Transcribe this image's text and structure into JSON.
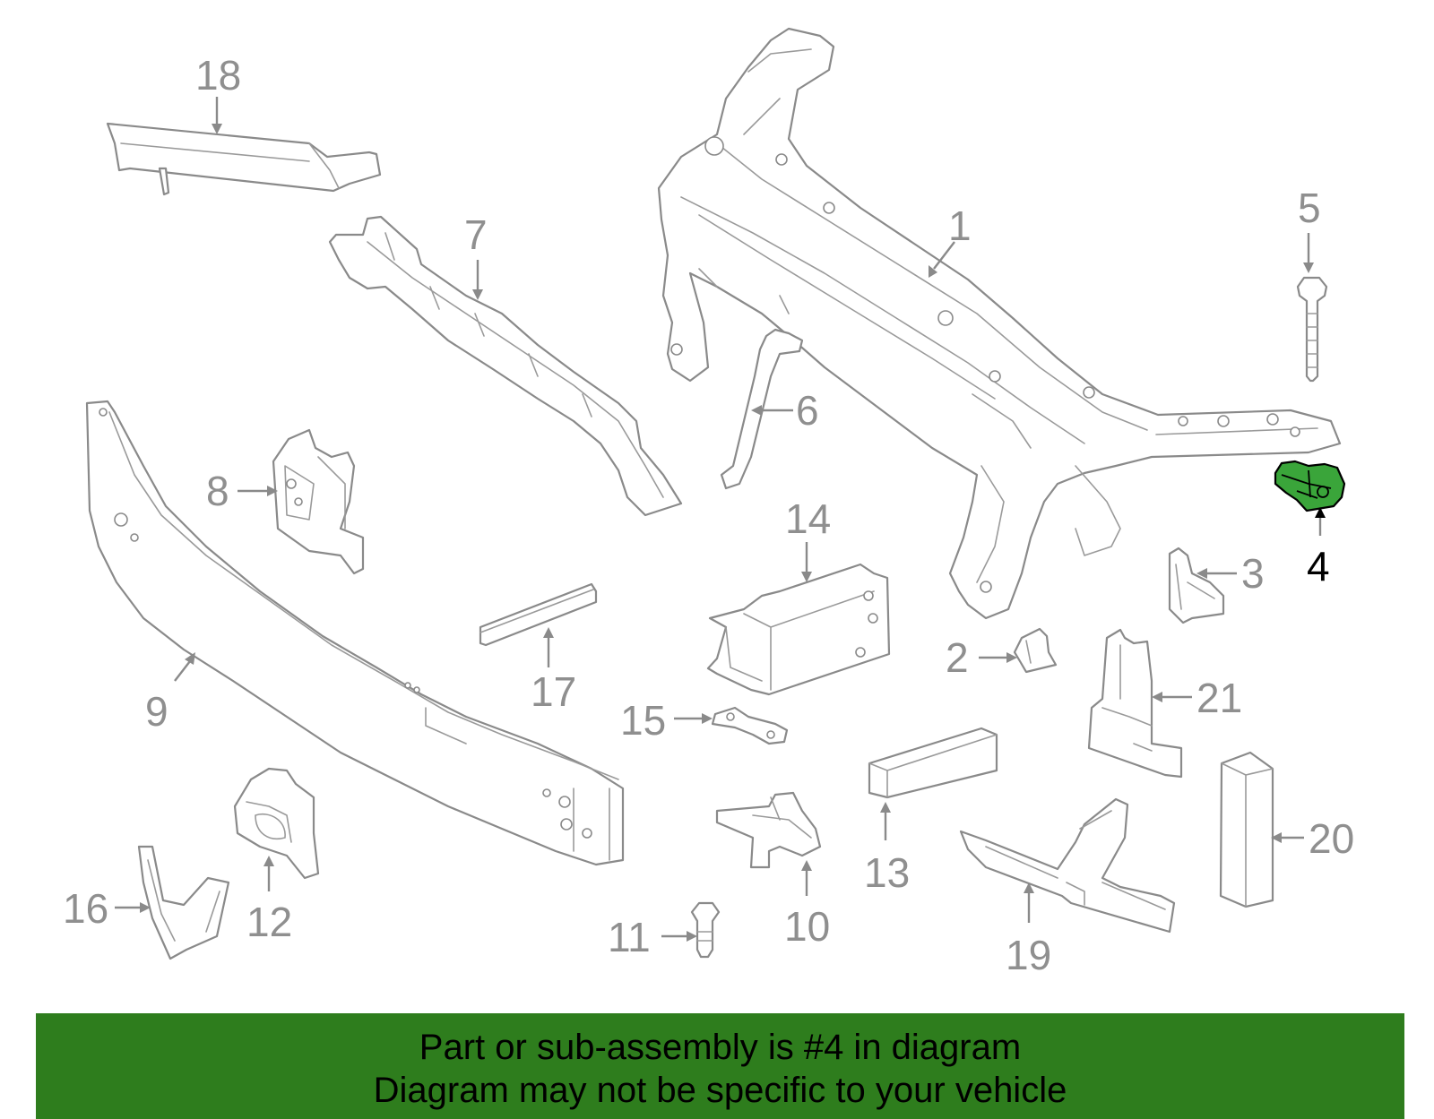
{
  "callouts": {
    "c1": "1",
    "c2": "2",
    "c3": "3",
    "c4": "4",
    "c5": "5",
    "c6": "6",
    "c7": "7",
    "c8": "8",
    "c9": "9",
    "c10": "10",
    "c11": "11",
    "c12": "12",
    "c13": "13",
    "c14": "14",
    "c15": "15",
    "c16": "16",
    "c17": "17",
    "c18": "18",
    "c19": "19",
    "c20": "20",
    "c21": "21"
  },
  "highlighted_part": "4",
  "colors": {
    "banner": "#2e7d1d",
    "highlight": "#3aa53a",
    "line_art": "#8a8a8a"
  },
  "banner": {
    "line1": "Part or sub-assembly is #4 in diagram",
    "line2": "Diagram may not be specific to your vehicle"
  }
}
